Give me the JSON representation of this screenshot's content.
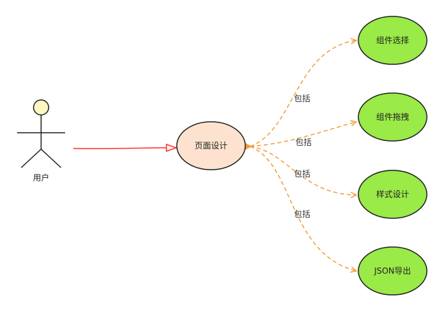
{
  "diagram": {
    "type": "use-case",
    "actor": {
      "name": "用户"
    },
    "main_use_case": {
      "label": "页面设计",
      "color": "#fde3cf"
    },
    "association": {
      "color": "#ff3030"
    },
    "include_edges": {
      "color": "#f0a040",
      "label": "包括"
    },
    "included_use_cases": [
      {
        "label": "组件选择",
        "color": "#9aea48"
      },
      {
        "label": "组件拖拽",
        "color": "#9aea48"
      },
      {
        "label": "样式设计",
        "color": "#9aea48"
      },
      {
        "label": "JSON导出",
        "color": "#9aea48"
      }
    ]
  }
}
